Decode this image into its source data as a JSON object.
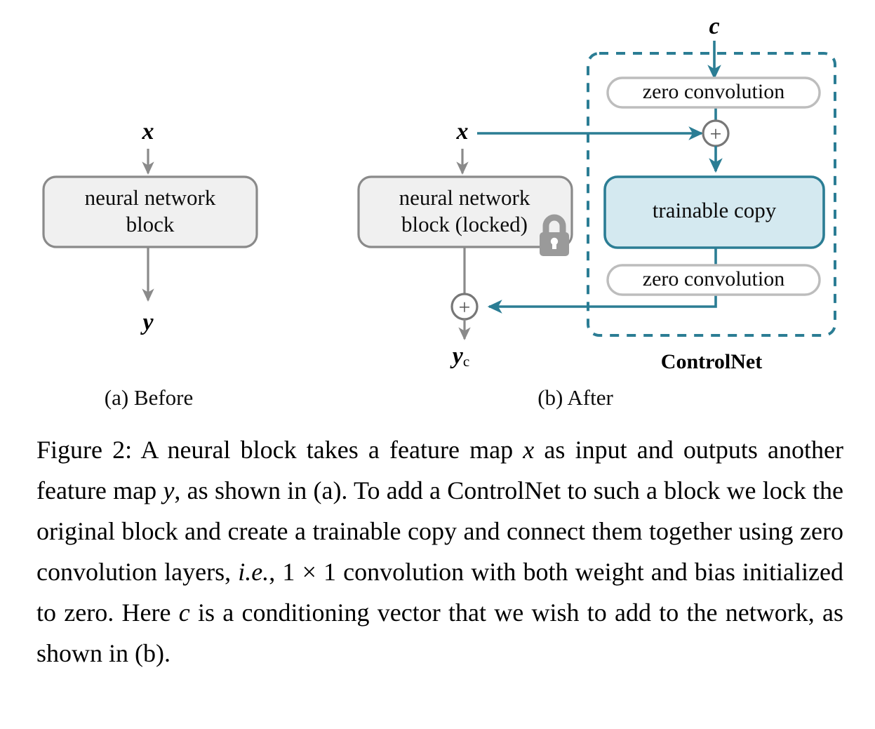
{
  "figure": {
    "panels": [
      {
        "id": "before",
        "caption_label": "(a) Before",
        "input_var": "x",
        "output_var": "y",
        "block_label_line1": "neural network",
        "block_label_line2": "block"
      },
      {
        "id": "after",
        "caption_label": "(b) After",
        "input_var": "x",
        "output_var": "y",
        "output_var_sub": "c",
        "condition_var": "c",
        "block_label_line1": "neural network",
        "block_label_line2": "block (locked)",
        "lock_icon": "lock-icon",
        "controlnet_label": "ControlNet",
        "zero_conv_top": "zero convolution",
        "zero_conv_bottom": "zero convolution",
        "trainable_copy": "trainable copy",
        "adder_symbol": "+"
      }
    ],
    "colors": {
      "teal": "#2b7d94",
      "gray_stroke": "#8a8a8a",
      "gray_fill": "#f0f0f0",
      "blue_fill": "#d4e9f0",
      "blue_stroke": "#2b7d94",
      "zero_conv_fill": "#ffffff",
      "zero_conv_stroke": "#bdbdbd",
      "lock_color": "#9a9a9a"
    }
  },
  "caption": {
    "prefix": "Figure 2:",
    "seg1": " A neural block takes a feature map ",
    "var_x": "x",
    "seg2": " as input and outputs another feature map ",
    "var_y": "y",
    "seg3": ", as shown in (a).  To add a ControlNet to such a block we lock the original block and create a trainable copy and connect them together using zero convolution layers, ",
    "emph_ie": "i.e.",
    "seg4": ", 1 × 1 convolution with both weight and bias initialized to zero. Here ",
    "var_c": "c",
    "seg5": " is a conditioning vector that we wish to add to the network, as shown in (b)."
  }
}
